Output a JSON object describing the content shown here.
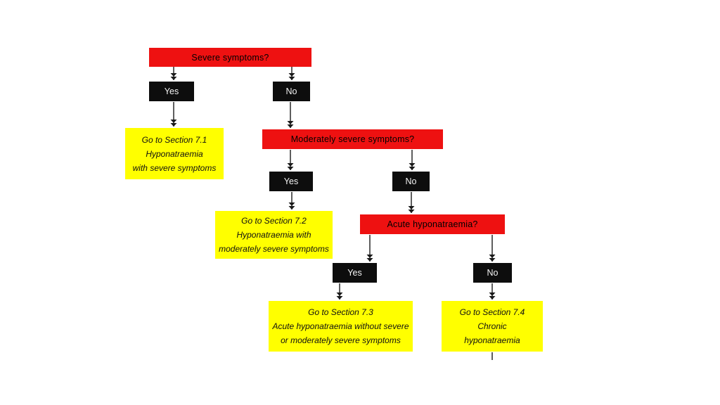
{
  "diagram": {
    "type": "flowchart",
    "topic": "Hyponatraemia symptom severity decision algorithm"
  },
  "colors": {
    "decision_fill": "#ee1111",
    "decision_text": "#000000",
    "answer_fill": "#0d0d0d",
    "answer_text": "#f4f4f4",
    "outcome_fill": "#ffff00",
    "outcome_text": "#111111",
    "connector": "#1a1a1a",
    "background": "#ffffff"
  },
  "nodes": {
    "severe": {
      "label": "Severe symptoms?"
    },
    "severe_yes": {
      "label": "Yes"
    },
    "severe_no": {
      "label": "No"
    },
    "s71": {
      "lines": [
        "Go to Section 7.1",
        "Hyponatraemia",
        "with severe symptoms"
      ]
    },
    "moderate": {
      "label": "Moderately severe symptoms?"
    },
    "moderate_yes": {
      "label": "Yes"
    },
    "moderate_no": {
      "label": "No"
    },
    "s72": {
      "lines": [
        "Go to Section 7.2",
        "Hyponatraemia with",
        "moderately severe symptoms"
      ]
    },
    "acute": {
      "label": "Acute hyponatraemia?"
    },
    "acute_yes": {
      "label": "Yes"
    },
    "acute_no": {
      "label": "No"
    },
    "s73": {
      "lines": [
        "Go to Section 7.3",
        "Acute hyponatraemia without severe",
        "or moderately severe symptoms"
      ]
    },
    "s74": {
      "lines": [
        "Go to Section 7.4",
        "Chronic",
        "hyponatraemia"
      ]
    }
  }
}
